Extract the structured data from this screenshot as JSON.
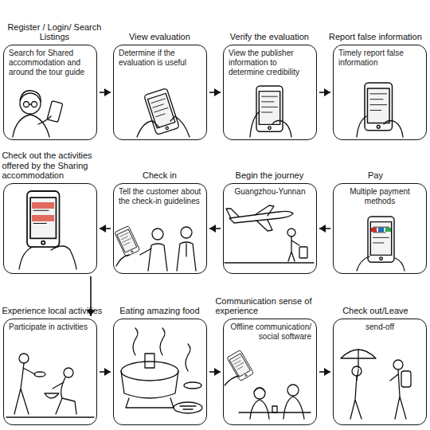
{
  "diagram": {
    "nodes": [
      {
        "text": [
          "Register / Login/ Search Listings",
          "Search for Shared accommodation and around the tour guide"
        ]
      },
      {
        "text": [
          "View evaluation",
          "Determine if the evaluation is useful"
        ]
      },
      {
        "text": [
          "Verify the evaluation",
          "View the publisher information to determine credibility"
        ]
      },
      {
        "text": [
          "Report false information",
          "Timely report false information"
        ]
      },
      {
        "text": [
          "Check out the activities offered by the Sharing accommodation"
        ]
      },
      {
        "text": [
          "Check in",
          "Tell the customer about the check-in guidelines"
        ]
      },
      {
        "text": [
          "Begin the journey",
          "Guangzhou-Yunnan"
        ]
      },
      {
        "text": [
          "Pay",
          "Multiple payment methods"
        ]
      },
      {
        "text": [
          "Experience local activities",
          "Participate in activities"
        ]
      },
      {
        "text": [
          "Eating amazing food"
        ]
      },
      {
        "text": [
          "Communication sense of experience",
          "Offline communication/ social software"
        ]
      },
      {
        "text": [
          "Check out/Leave",
          "send-off"
        ]
      }
    ],
    "edges": [
      {
        "from": 0,
        "to": 1,
        "arrow": "to"
      },
      {
        "from": 1,
        "to": 2,
        "arrow": "to"
      },
      {
        "from": 2,
        "to": 3,
        "arrow": "to"
      },
      {
        "from": 7,
        "to": 6,
        "arrow": "to"
      },
      {
        "from": 6,
        "to": 5,
        "arrow": "to"
      },
      {
        "from": 5,
        "to": 4,
        "arrow": "to"
      },
      {
        "from": 4,
        "to": 8,
        "arrow": "to"
      },
      {
        "from": 8,
        "to": 9,
        "arrow": "to"
      },
      {
        "from": 9,
        "to": 10,
        "arrow": "to"
      },
      {
        "from": 10,
        "to": 11,
        "arrow": "to"
      }
    ]
  }
}
